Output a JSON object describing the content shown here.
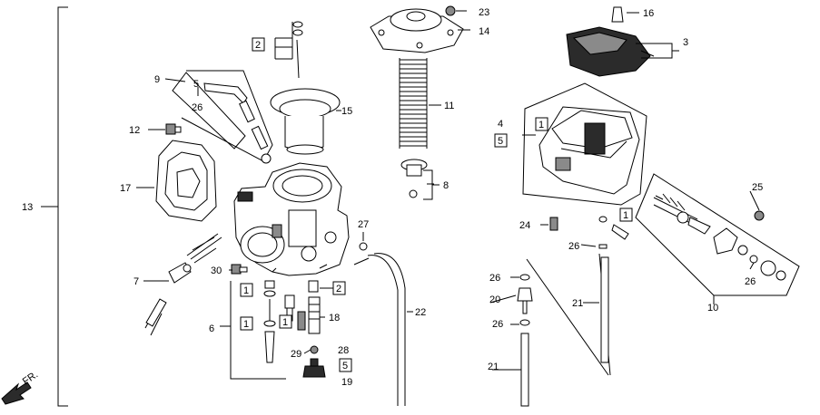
{
  "callouts": {
    "c1": "1",
    "c2": "2",
    "c3": "3",
    "c4": "4",
    "c5": "5",
    "c6": "6",
    "c7": "7",
    "c8": "8",
    "c9": "9",
    "c10": "10",
    "c11": "11",
    "c12": "12",
    "c13": "13",
    "c14": "14",
    "c15": "15",
    "c16": "16",
    "c17": "17",
    "c18": "18",
    "c19": "19",
    "c20": "20",
    "c21": "21",
    "c22": "22",
    "c23": "23",
    "c24": "24",
    "c25": "25",
    "c26": "26",
    "c27": "27",
    "c28": "28",
    "c29": "29",
    "c30": "30"
  },
  "boxed_callouts": {
    "b1": "1",
    "b2": "2",
    "b5": "5"
  },
  "direction_marker": {
    "label": "FR."
  }
}
